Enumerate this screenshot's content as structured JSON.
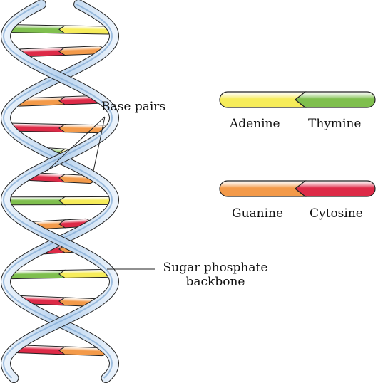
{
  "labels": {
    "base_pairs": "Base pairs",
    "backbone_line1": "Sugar phosphate",
    "backbone_line2": "backbone"
  },
  "legend": [
    {
      "left_name": "Adenine",
      "right_name": "Thymine",
      "left_color": "#f6ec5a",
      "right_color": "#7fbf4e"
    },
    {
      "left_name": "Guanine",
      "right_name": "Cytosine",
      "left_color": "#f39a4a",
      "right_color": "#dd2a47"
    }
  ],
  "colors": {
    "adenine": "#f6ec5a",
    "thymine": "#7fbf4e",
    "guanine": "#f39a4a",
    "cytosine": "#dd2a47",
    "backbone": "#b9d3ee",
    "backbone_shade": "#7ea6d1",
    "outline": "#222222"
  },
  "base_pairs": [
    {
      "left": "thymine",
      "right": "adenine"
    },
    {
      "left": "cytosine",
      "right": "guanine"
    },
    {
      "left": "thymine",
      "right": "adenine"
    },
    {
      "left": "guanine",
      "right": "cytosine"
    },
    {
      "left": "cytosine",
      "right": "guanine"
    },
    {
      "left": "thymine",
      "right": "adenine"
    },
    {
      "left": "cytosine",
      "right": "guanine"
    },
    {
      "left": "thymine",
      "right": "adenine"
    },
    {
      "left": "guanine",
      "right": "cytosine"
    },
    {
      "left": "cytosine",
      "right": "guanine"
    },
    {
      "left": "thymine",
      "right": "adenine"
    },
    {
      "left": "cytosine",
      "right": "guanine"
    },
    {
      "left": "thymine",
      "right": "adenine"
    },
    {
      "left": "cytosine",
      "right": "guanine"
    }
  ]
}
